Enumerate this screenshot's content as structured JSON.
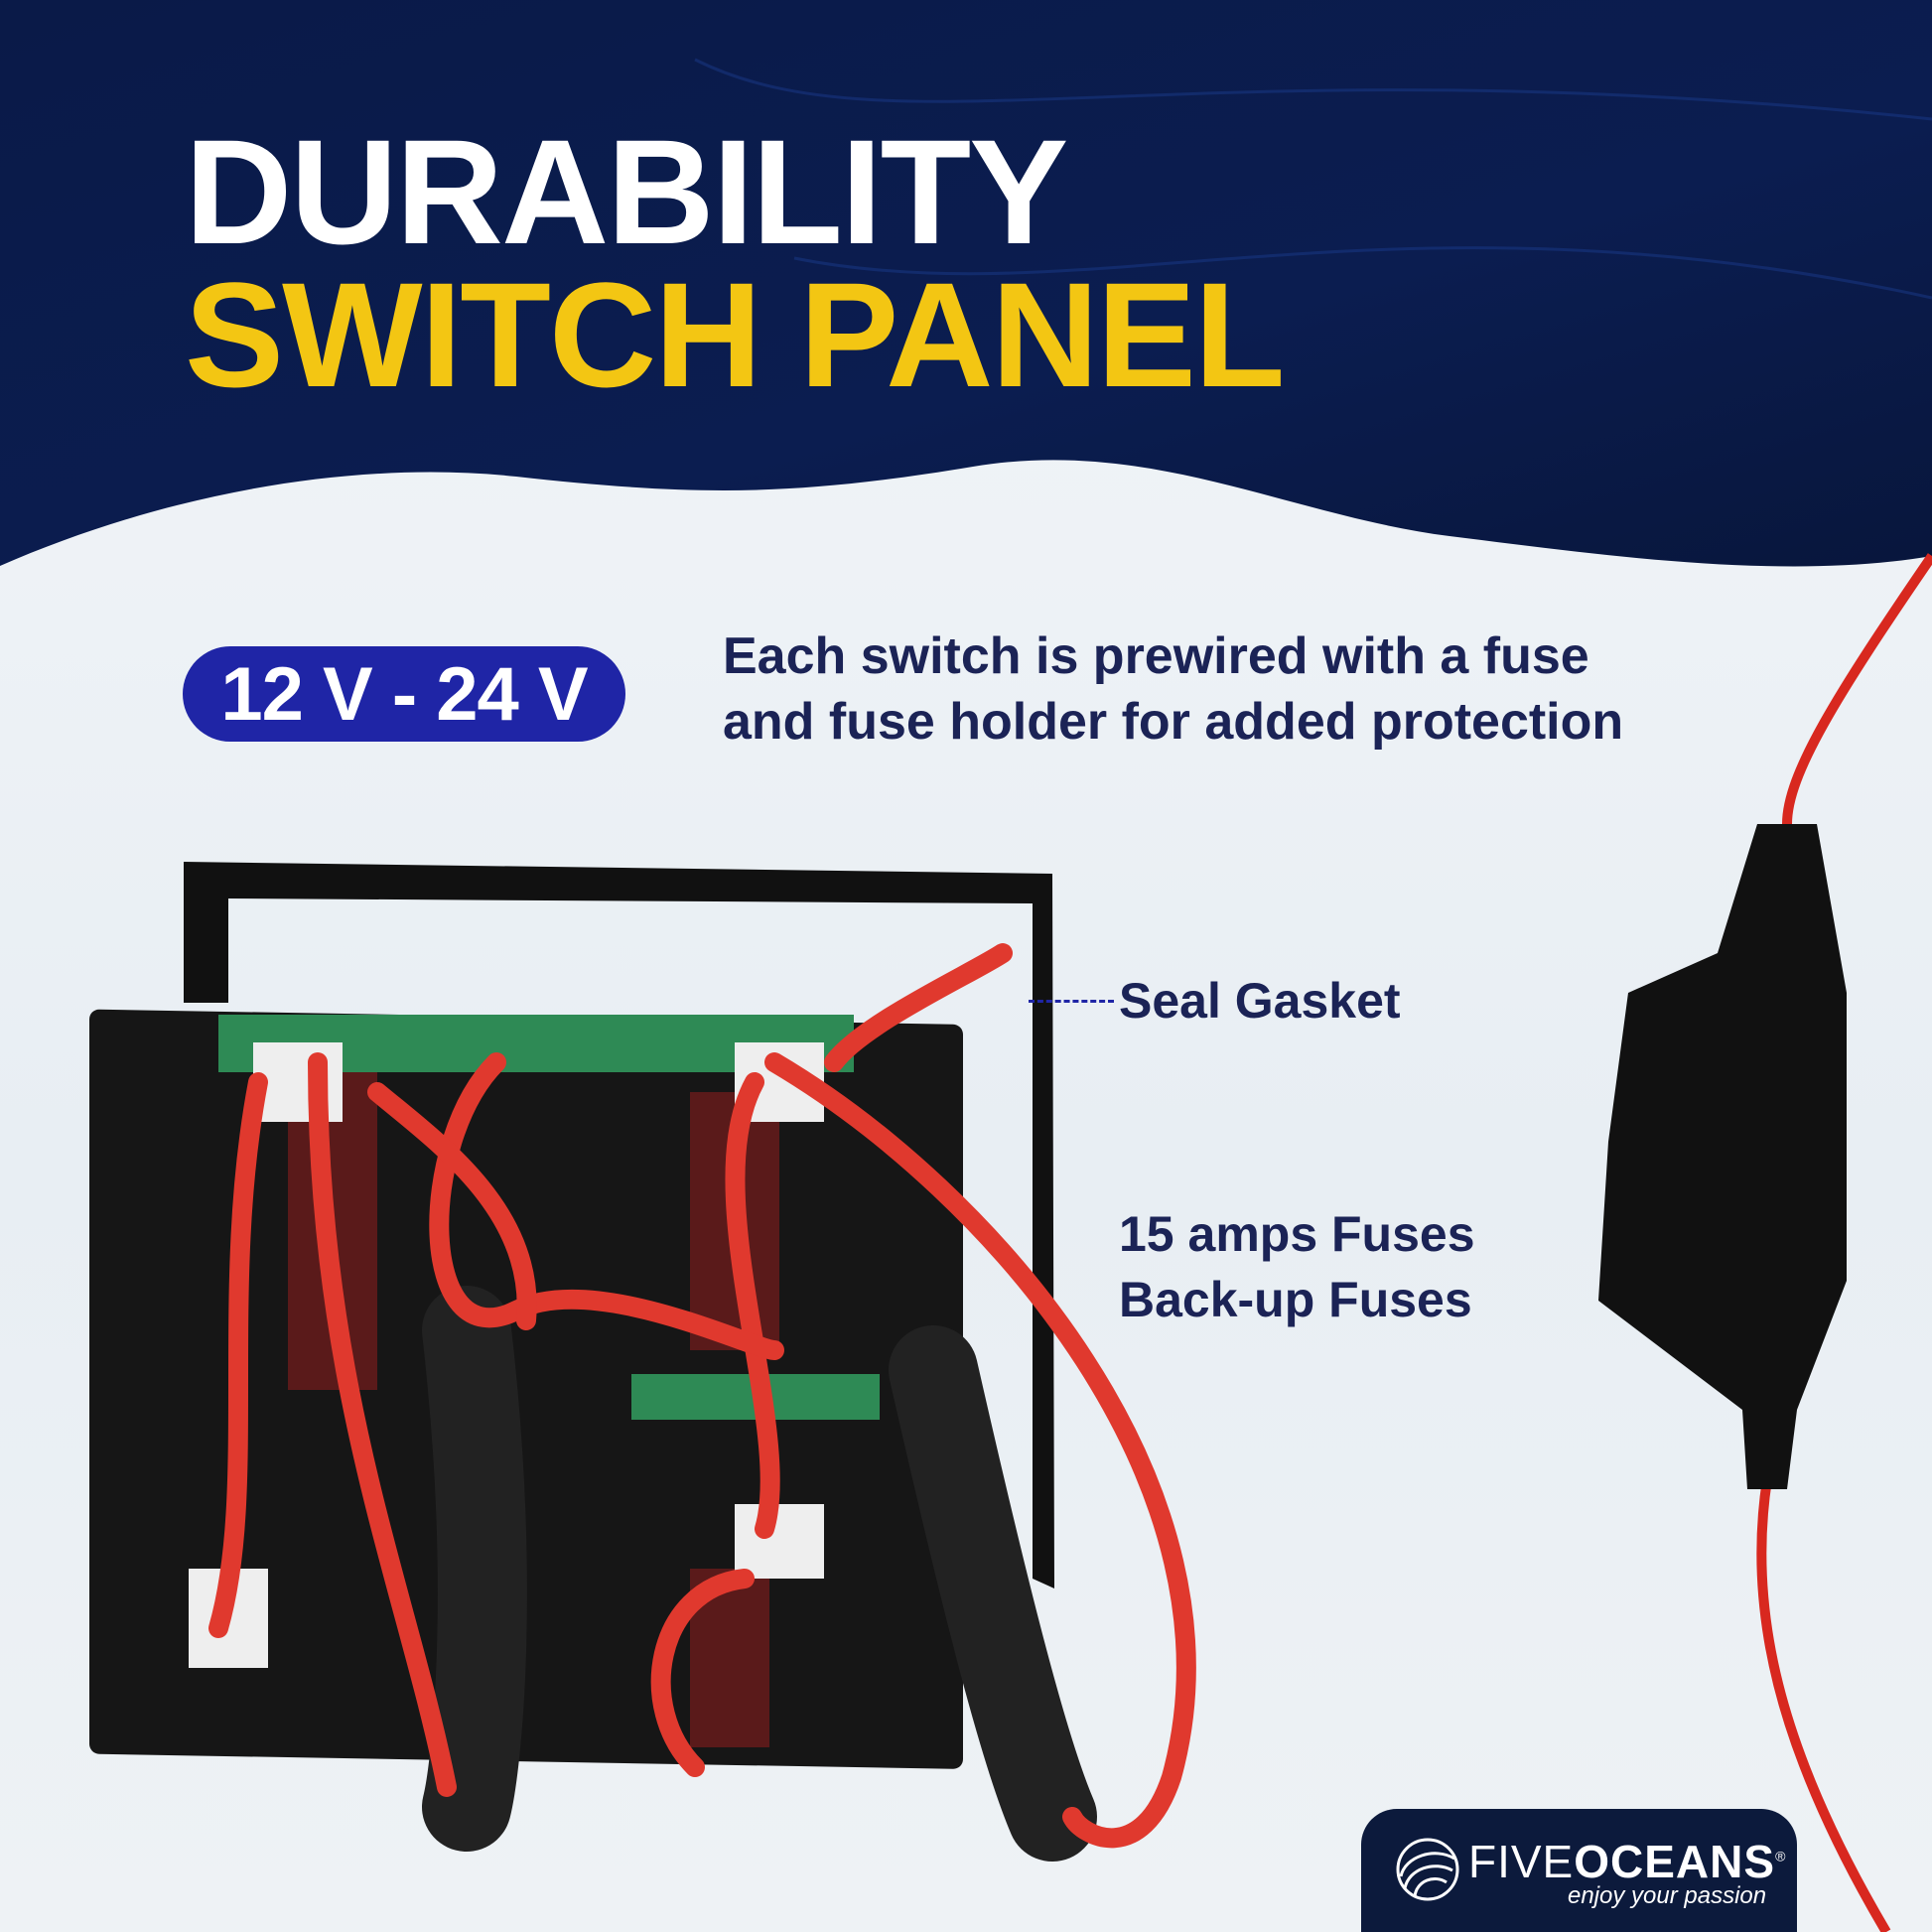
{
  "header": {
    "title_line1": "DURABILITY",
    "title_line2": "SWITCH PANEL"
  },
  "badge": {
    "voltage": "12 V - 24 V"
  },
  "description": {
    "line1": "Each switch is prewired with a fuse",
    "line2": "and fuse holder for added protection"
  },
  "callouts": {
    "seal": "Seal Gasket",
    "fuses_line1": "15 amps Fuses",
    "fuses_line2": "Back-up Fuses"
  },
  "logo": {
    "brand_light": "FIVE",
    "brand_bold": "OCEANS",
    "registered": "®",
    "tagline": "enjoy your passion"
  },
  "colors": {
    "navy": "#0b1a44",
    "yellow": "#f3c613",
    "badge": "#1f25a6",
    "wire": "#d8281f"
  }
}
